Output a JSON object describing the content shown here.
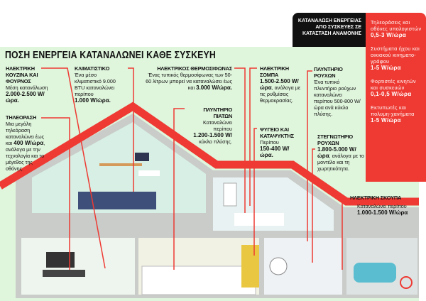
{
  "title": "ΠΟΣΗ ΕΝΕΡΓΕΙΑ ΚΑΤΑΝΑΛΩΝΕΙ ΚΑΘΕ ΣΥΣΚΕΥΗ",
  "standby": {
    "heading": "ΚΑΤΑΝΑΛΩΣΗ ΕΝΕΡΓΕΙΑΣ ΑΠΟ ΣΥΣΚΕΥΕΣ ΣΕ ΚΑΤΑΣΤΑΣΗ ΑΝΑΜΟΝΗΣ",
    "items": [
      {
        "label": "Τηλεοράσεις και οθόνες υπολογιστών",
        "value": "0,5-3 W/ώρα"
      },
      {
        "label": "Συστήματα ήχου και οικιακού κινηματο-γράφου",
        "value": "1-5 W/ώρα"
      },
      {
        "label": "Φορτιστές κινητών και συσκευών",
        "value": "0,1-0,5 W/ώρα"
      },
      {
        "label": "Εκτυπωτές και πολυμη-χανήματα",
        "value": "1-5 W/ώρα"
      }
    ]
  },
  "devices": {
    "kitchen": {
      "name": "ΗΛΕΚΤΡΙΚΗ ΚΟΥΖΙΝΑ ΚΑΙ ΦΟΥΡΝΟΣ",
      "pre": "Μέση κατανάλωση",
      "value": "2.000-2.500 W/ώρα."
    },
    "ac": {
      "name": "ΚΛΙΜΑΤΙΣΤΙΚΟ",
      "pre": "Ένα μέσο κλιματιστικό 9.000 BTU καταναλώνει περίπου",
      "value": "1.000 W/ώρα."
    },
    "tv": {
      "name": "ΤΗΛΕΟΡΑΣΗ",
      "pre": "Μια μεγάλη τηλεόραση καταναλώνει έως και",
      "value": "400 W/ώρα",
      "post": ", ανάλογα με την τεχνολογία και το μέγεθος της οθόνης."
    },
    "heater": {
      "name": "ΗΛΕΚΤΡΙΚΟΣ ΘΕΡΜΟΣΙΦΩΝΑΣ",
      "pre": "Ένας τυπικός θερμοσίφωνας των 50-60 λίτρων μπορεί να καταναλώσει έως και",
      "value": "3.000 W/ώρα."
    },
    "dishwasher": {
      "name": "ΠΛΥΝΤΗΡΙΟ ΠΙΑΤΩΝ",
      "pre": "Καταναλώνει περίπου",
      "value": "1.200-1.500 W/",
      "post": "κύκλο πλύσης."
    },
    "stove": {
      "name": "ΗΛΕΚΤΡΙΚΗ ΣΟΜΠΑ",
      "value": "1.500-2.500 W/ώρα",
      "post": ", ανάλογα με τις ρυθμίσεις θερμοκρασίας."
    },
    "fridge": {
      "name": "ΨΥΓΕΙΟ ΚΑΙ ΚΑΤΑΨΥΚΤΗΣ",
      "pre": "Περίπου",
      "value": "150-400 W/ώρα."
    },
    "washer": {
      "name": "ΠΛΥΝΤΗΡΙΟ ΡΟΥΧΩΝ",
      "pre": "Ένα τυπικό πλυντήριο ρούχων καταναλώνει περίπου 500-800 W/ώρα ανά κύκλο πλύσης."
    },
    "dryer": {
      "name": "ΣΤΕΓΝΩΤΗΡΙΟ ΡΟΥΧΩΝ",
      "value": "1.800-5.000 W/ώρα",
      "post": ", ανάλογα με το μοντέλο και τη χωρητικότητα."
    },
    "vacuum": {
      "name": "ΗΛΕΚΤΡΙΚΗ ΣΚΟΥΠΑ",
      "pre": "Καταναλώνει περίπου",
      "value": "1.000-1.500 W/ώρα"
    }
  },
  "colors": {
    "accent": "#ee3a33",
    "panel": "#dff5dc",
    "dark": "#111111"
  }
}
